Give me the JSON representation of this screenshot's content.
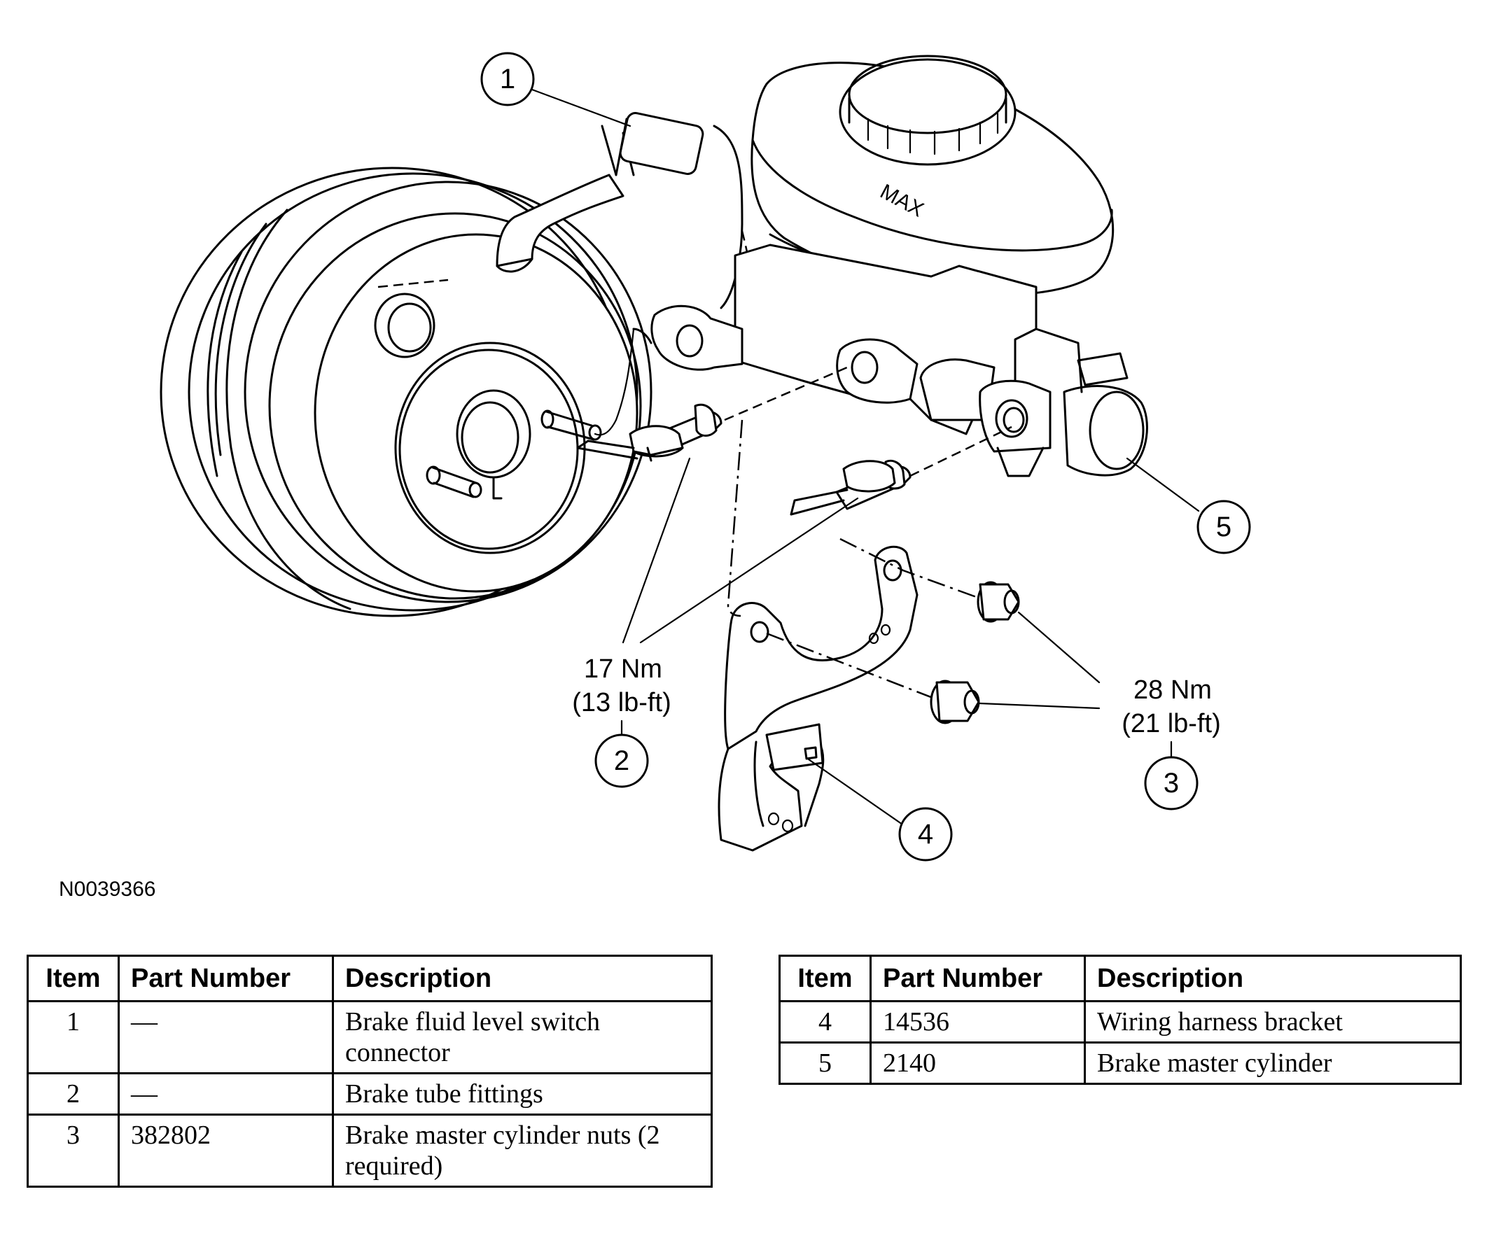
{
  "figure": {
    "reservoir_marking": "MAX",
    "reference_code": "N0039366",
    "callouts": [
      "1",
      "2",
      "3",
      "4",
      "5"
    ],
    "torque_2": {
      "nm": "17 Nm",
      "lbft": "(13 lb-ft)"
    },
    "torque_3": {
      "nm": "28 Nm",
      "lbft": "(21 lb-ft)"
    }
  },
  "tables": {
    "headers": {
      "item": "Item",
      "part": "Part Number",
      "desc": "Description"
    },
    "left": [
      {
        "item": "1",
        "part": "—",
        "desc": "Brake fluid level switch connector"
      },
      {
        "item": "2",
        "part": "—",
        "desc": "Brake tube fittings"
      },
      {
        "item": "3",
        "part": "382802",
        "desc": "Brake master cylinder nuts (2 required)"
      }
    ],
    "right": [
      {
        "item": "4",
        "part": "14536",
        "desc": "Wiring harness bracket"
      },
      {
        "item": "5",
        "part": "2140",
        "desc": "Brake master cylinder"
      }
    ]
  }
}
